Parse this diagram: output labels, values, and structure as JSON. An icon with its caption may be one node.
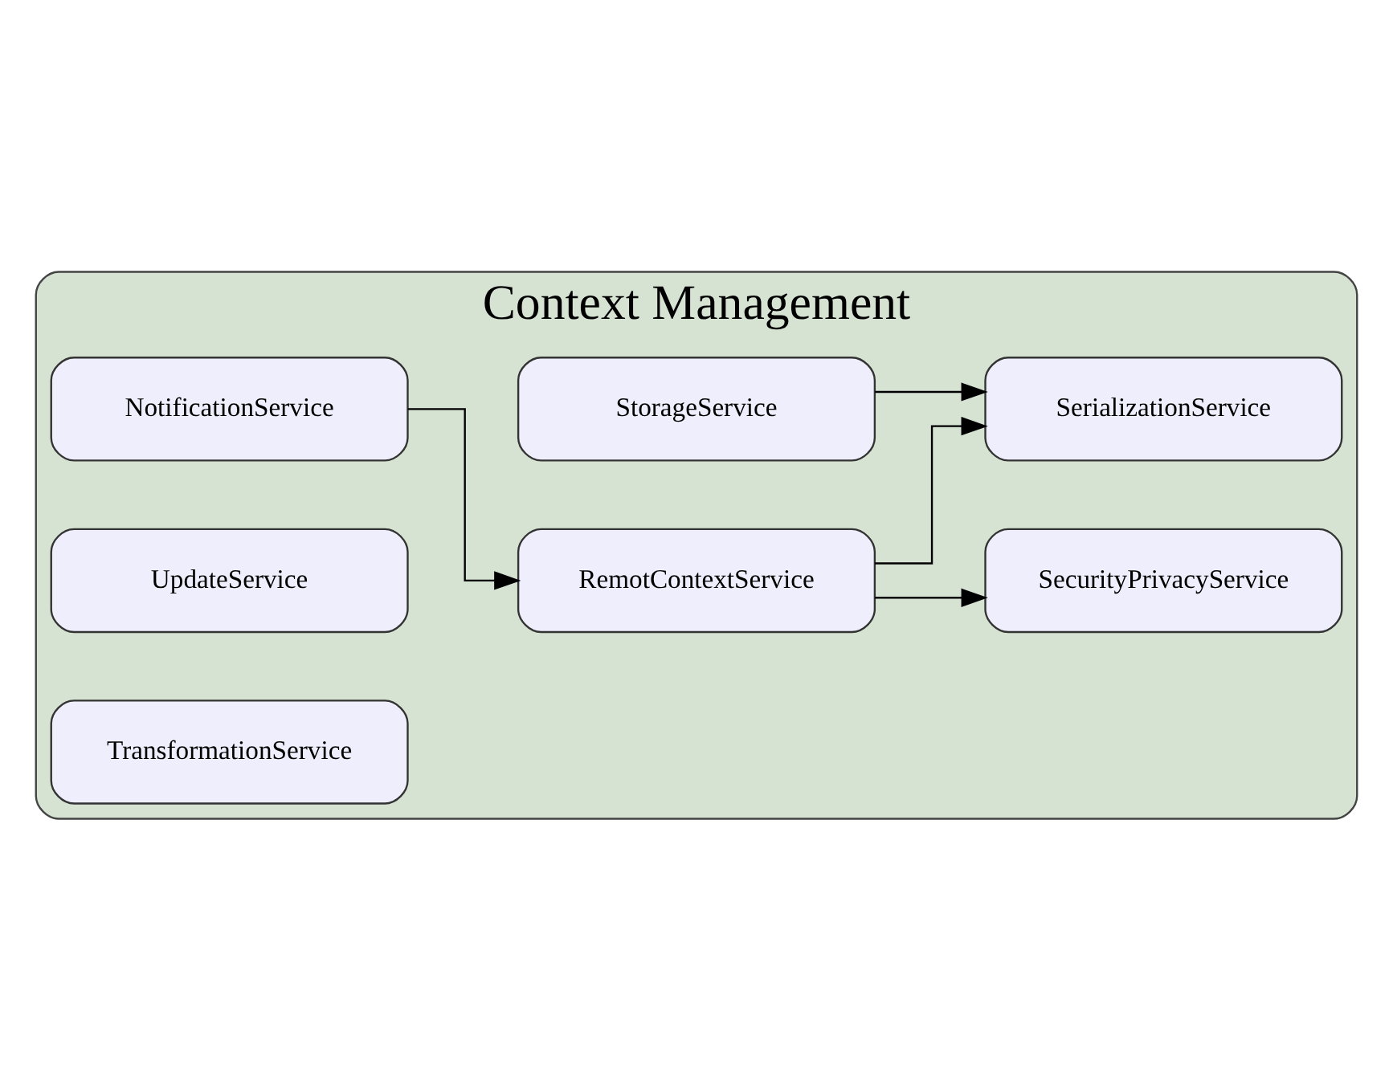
{
  "diagram": {
    "nodes": [
      {
        "text": [
          "Context Management"
        ]
      },
      {
        "text": [
          "StorageService"
        ],
        "in": 0
      },
      {
        "text": [
          "SerializationService"
        ],
        "in": 0
      },
      {
        "text": [
          "RemotContextService"
        ],
        "in": 0
      },
      {
        "text": [
          "SecurityPrivacyService"
        ],
        "in": 0
      },
      {
        "text": [
          "NotificationService"
        ],
        "in": 0
      },
      {
        "text": [
          "UpdateService"
        ],
        "in": 0
      },
      {
        "text": [
          "TransformationService"
        ],
        "in": 0
      }
    ],
    "edges": [
      {
        "from": 1,
        "to": 2,
        "arrow": "to"
      },
      {
        "from": 3,
        "to": 2,
        "arrow": "to"
      },
      {
        "from": 3,
        "to": 4,
        "arrow": "to"
      },
      {
        "from": 5,
        "to": 3,
        "arrow": "to"
      }
    ]
  }
}
